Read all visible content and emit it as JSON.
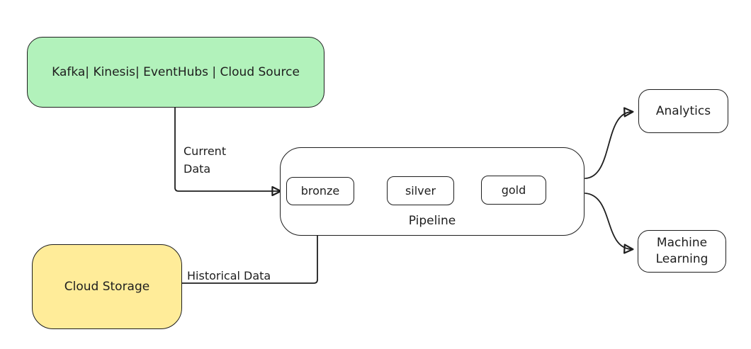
{
  "diagram": {
    "title": "Data pipeline flow diagram",
    "colors": {
      "stroke": "#1e1e1e",
      "cloud_source_fill": "#b2f2bb",
      "cloud_storage_fill": "#ffec99",
      "node_fill": "#ffffff",
      "background": "#ffffff"
    },
    "nodes": {
      "cloud_source": {
        "label": "Kafka| Kinesis| EventHubs | Cloud Source"
      },
      "cloud_storage": {
        "label": "Cloud Storage"
      },
      "pipeline": {
        "label": "Pipeline"
      },
      "bronze": {
        "label": "bronze"
      },
      "silver": {
        "label": "silver"
      },
      "gold": {
        "label": "gold"
      },
      "analytics": {
        "label": "Analytics"
      },
      "machine_learning": {
        "label": "Machine Learning"
      }
    },
    "edges": {
      "current_data": {
        "label": "Current\nData"
      },
      "historical_data": {
        "label": "Historical Data"
      }
    }
  }
}
